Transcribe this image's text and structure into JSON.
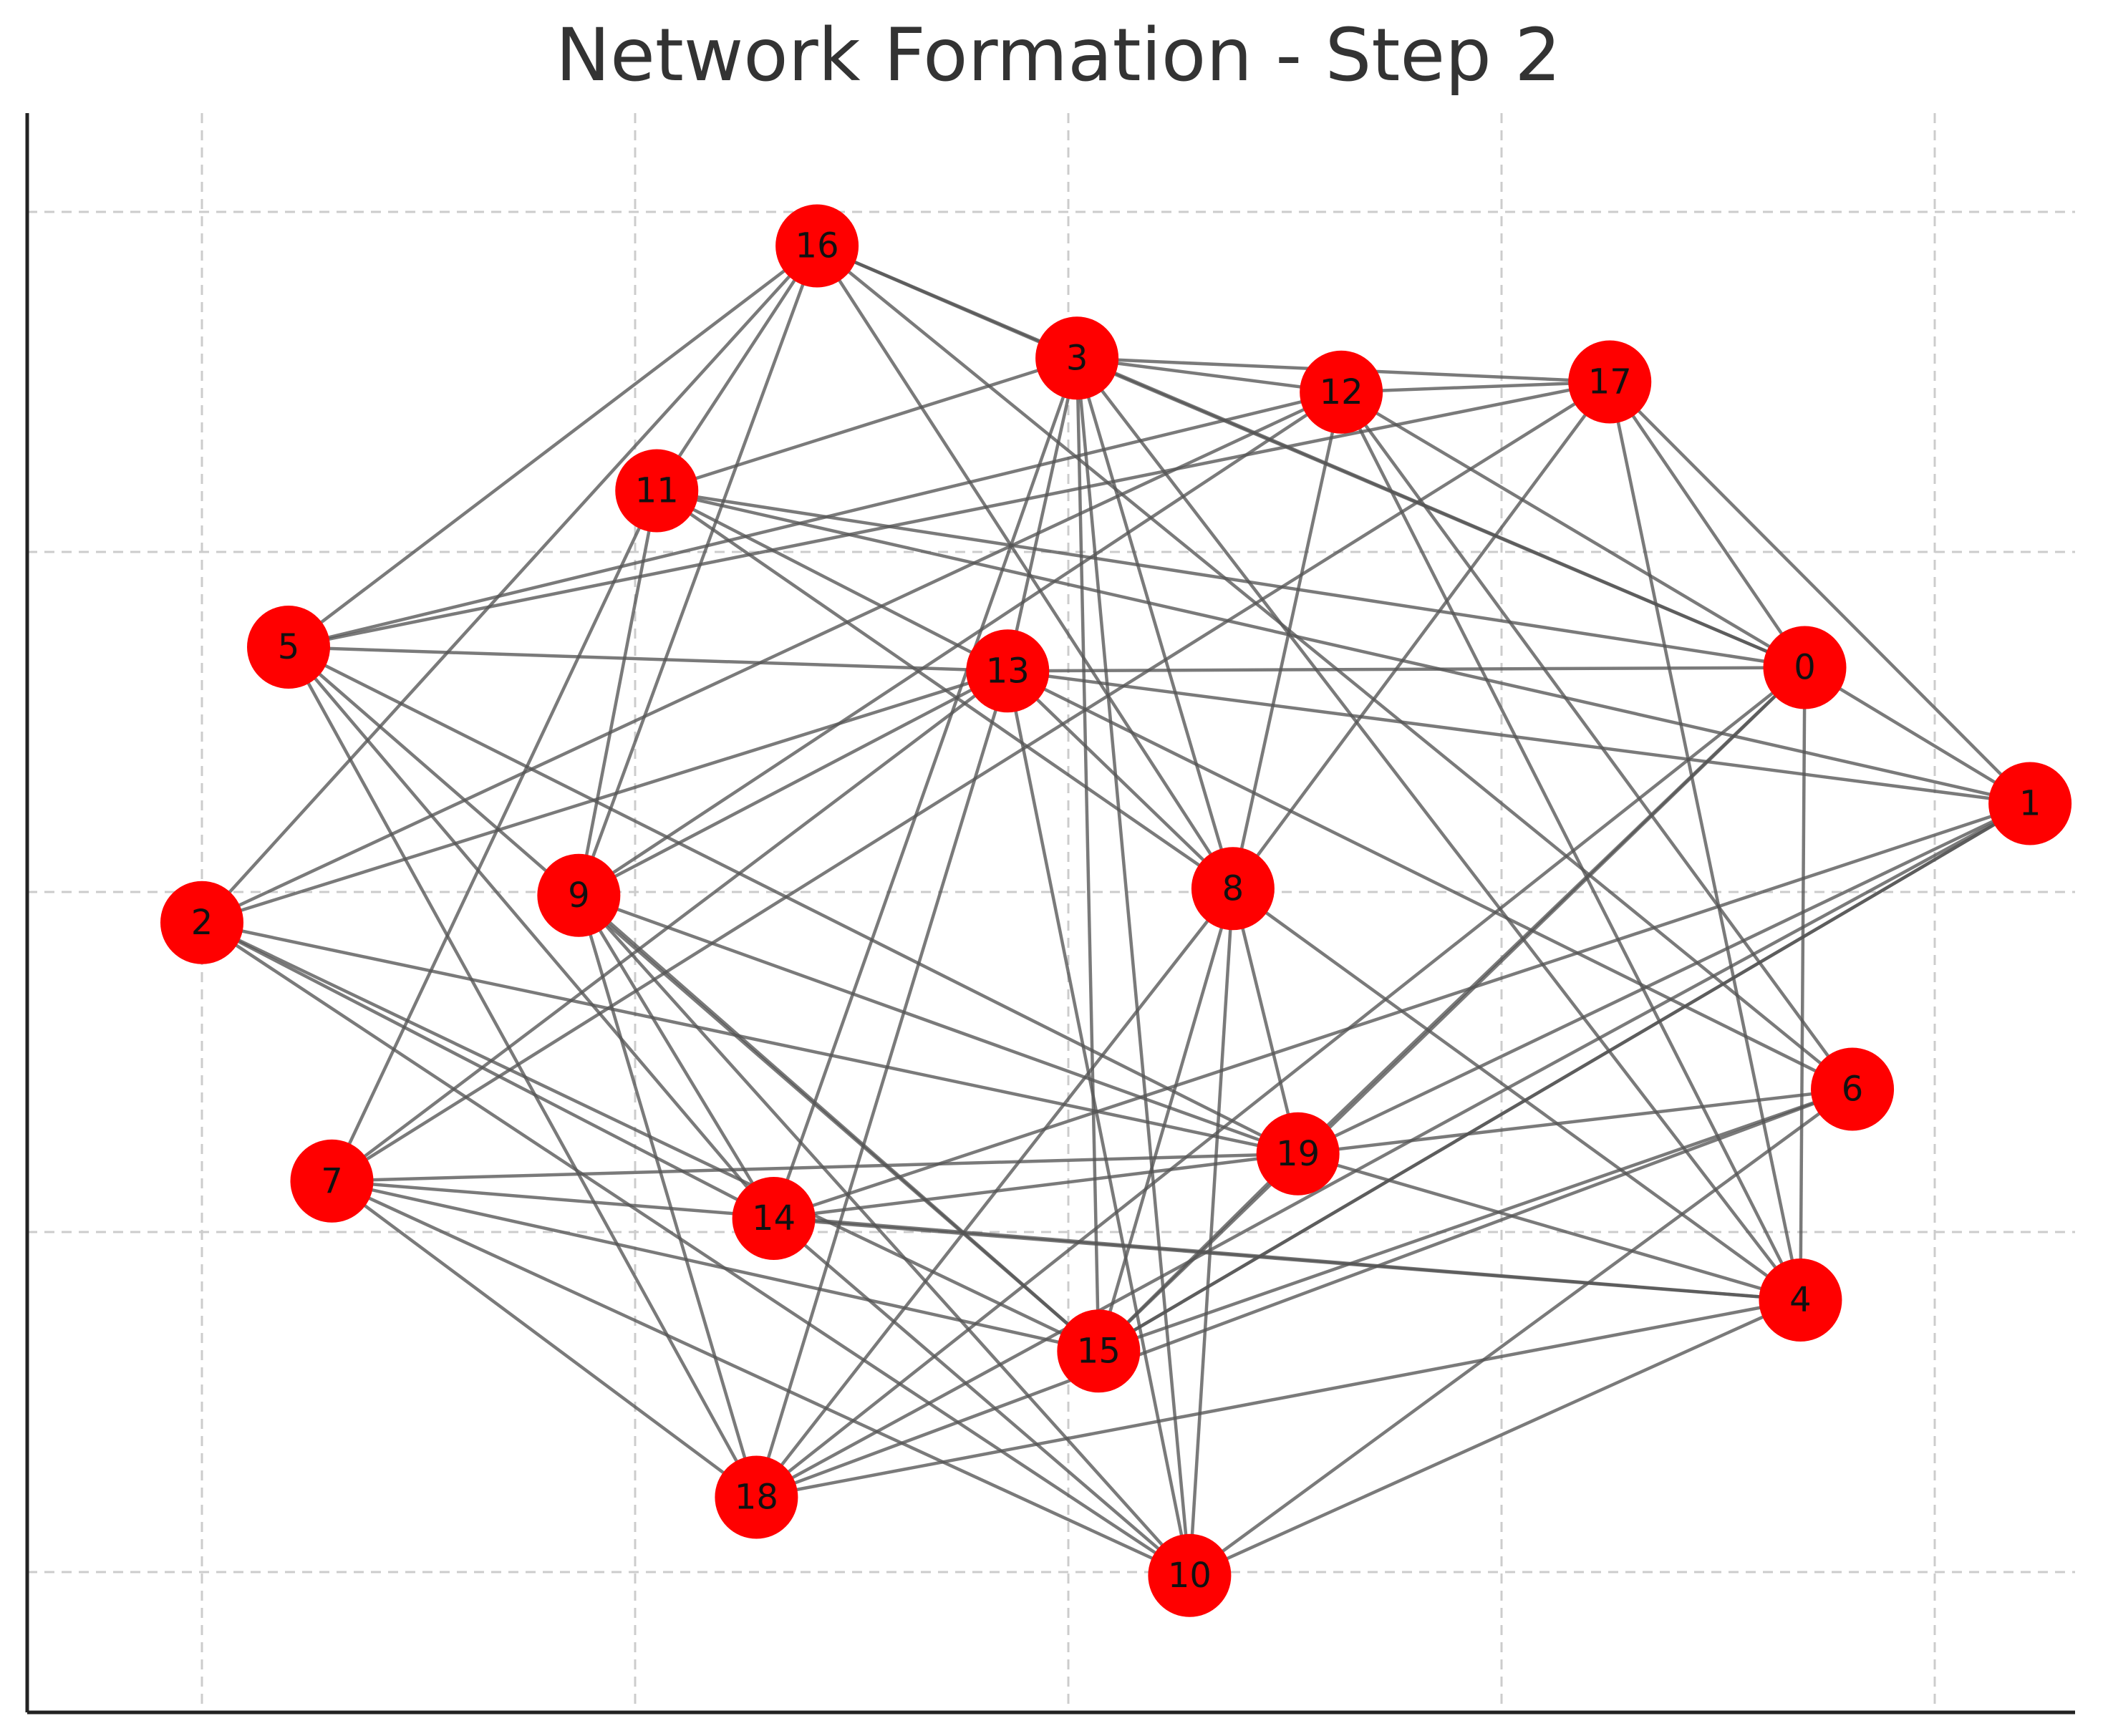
{
  "figure": {
    "title": "Network Formation - Step 2"
  },
  "chart_data": {
    "type": "network",
    "title": "Network Formation - Step 2",
    "step": 2,
    "grid": true,
    "axes_ticks_visible": false,
    "node_color": "#ff0000",
    "edge_color": "#555555",
    "nodes": [
      {
        "id": "0",
        "label": "0",
        "x": 1.7,
        "y": 0.66
      },
      {
        "id": "1",
        "label": "1",
        "x": 2.22,
        "y": 0.26
      },
      {
        "id": "2",
        "label": "2",
        "x": -2.0,
        "y": -0.09
      },
      {
        "id": "3",
        "label": "3",
        "x": 0.02,
        "y": 1.57
      },
      {
        "id": "4",
        "label": "4",
        "x": 1.69,
        "y": -1.2
      },
      {
        "id": "5",
        "label": "5",
        "x": -1.8,
        "y": 0.72
      },
      {
        "id": "6",
        "label": "6",
        "x": 1.81,
        "y": -0.58
      },
      {
        "id": "7",
        "label": "7",
        "x": -1.7,
        "y": -0.85
      },
      {
        "id": "8",
        "label": "8",
        "x": 0.38,
        "y": 0.01
      },
      {
        "id": "9",
        "label": "9",
        "x": -1.13,
        "y": -0.01
      },
      {
        "id": "10",
        "label": "10",
        "x": 0.28,
        "y": -2.01
      },
      {
        "id": "11",
        "label": "11",
        "x": -0.95,
        "y": 1.18
      },
      {
        "id": "12",
        "label": "12",
        "x": 0.63,
        "y": 1.47
      },
      {
        "id": "13",
        "label": "13",
        "x": -0.14,
        "y": 0.65
      },
      {
        "id": "14",
        "label": "14",
        "x": -0.68,
        "y": -0.96
      },
      {
        "id": "15",
        "label": "15",
        "x": 0.07,
        "y": -1.35
      },
      {
        "id": "16",
        "label": "16",
        "x": -0.58,
        "y": 1.9
      },
      {
        "id": "17",
        "label": "17",
        "x": 1.25,
        "y": 1.5
      },
      {
        "id": "18",
        "label": "18",
        "x": -0.72,
        "y": -1.78
      },
      {
        "id": "19",
        "label": "19",
        "x": 0.53,
        "y": -0.77
      }
    ],
    "edges": [
      [
        "16",
        "3"
      ],
      [
        "16",
        "11"
      ],
      [
        "16",
        "5"
      ],
      [
        "16",
        "2"
      ],
      [
        "16",
        "9"
      ],
      [
        "16",
        "0"
      ],
      [
        "16",
        "8"
      ],
      [
        "16",
        "6"
      ],
      [
        "3",
        "12"
      ],
      [
        "3",
        "17"
      ],
      [
        "3",
        "11"
      ],
      [
        "3",
        "13"
      ],
      [
        "3",
        "15"
      ],
      [
        "3",
        "10"
      ],
      [
        "3",
        "8"
      ],
      [
        "3",
        "14"
      ],
      [
        "3",
        "0"
      ],
      [
        "3",
        "4"
      ],
      [
        "12",
        "17"
      ],
      [
        "12",
        "5"
      ],
      [
        "12",
        "2"
      ],
      [
        "12",
        "9"
      ],
      [
        "12",
        "8"
      ],
      [
        "12",
        "0"
      ],
      [
        "12",
        "6"
      ],
      [
        "12",
        "4"
      ],
      [
        "17",
        "5"
      ],
      [
        "17",
        "7"
      ],
      [
        "17",
        "0"
      ],
      [
        "17",
        "1"
      ],
      [
        "17",
        "4"
      ],
      [
        "17",
        "8"
      ],
      [
        "11",
        "9"
      ],
      [
        "11",
        "7"
      ],
      [
        "11",
        "0"
      ],
      [
        "11",
        "1"
      ],
      [
        "11",
        "8"
      ],
      [
        "11",
        "13"
      ],
      [
        "5",
        "13"
      ],
      [
        "5",
        "14"
      ],
      [
        "5",
        "18"
      ],
      [
        "5",
        "15"
      ],
      [
        "5",
        "19"
      ],
      [
        "13",
        "0"
      ],
      [
        "13",
        "8"
      ],
      [
        "13",
        "6"
      ],
      [
        "13",
        "2"
      ],
      [
        "13",
        "9"
      ],
      [
        "13",
        "7"
      ],
      [
        "13",
        "18"
      ],
      [
        "13",
        "10"
      ],
      [
        "13",
        "1"
      ],
      [
        "0",
        "19"
      ],
      [
        "0",
        "15"
      ],
      [
        "0",
        "18"
      ],
      [
        "0",
        "4"
      ],
      [
        "0",
        "1"
      ],
      [
        "1",
        "19"
      ],
      [
        "1",
        "14"
      ],
      [
        "1",
        "15"
      ],
      [
        "1",
        "18"
      ],
      [
        "2",
        "19"
      ],
      [
        "2",
        "14"
      ],
      [
        "2",
        "15"
      ],
      [
        "2",
        "10"
      ],
      [
        "9",
        "14"
      ],
      [
        "9",
        "15"
      ],
      [
        "9",
        "18"
      ],
      [
        "9",
        "10"
      ],
      [
        "9",
        "19"
      ],
      [
        "8",
        "19"
      ],
      [
        "8",
        "10"
      ],
      [
        "8",
        "4"
      ],
      [
        "8",
        "18"
      ],
      [
        "8",
        "15"
      ],
      [
        "7",
        "19"
      ],
      [
        "7",
        "15"
      ],
      [
        "7",
        "18"
      ],
      [
        "7",
        "10"
      ],
      [
        "7",
        "4"
      ],
      [
        "19",
        "6"
      ],
      [
        "19",
        "14"
      ],
      [
        "19",
        "15"
      ],
      [
        "19",
        "4"
      ],
      [
        "6",
        "15"
      ],
      [
        "6",
        "18"
      ],
      [
        "6",
        "10"
      ],
      [
        "14",
        "4"
      ],
      [
        "14",
        "10"
      ],
      [
        "4",
        "18"
      ],
      [
        "4",
        "10"
      ],
      [
        "15",
        "1"
      ]
    ]
  }
}
